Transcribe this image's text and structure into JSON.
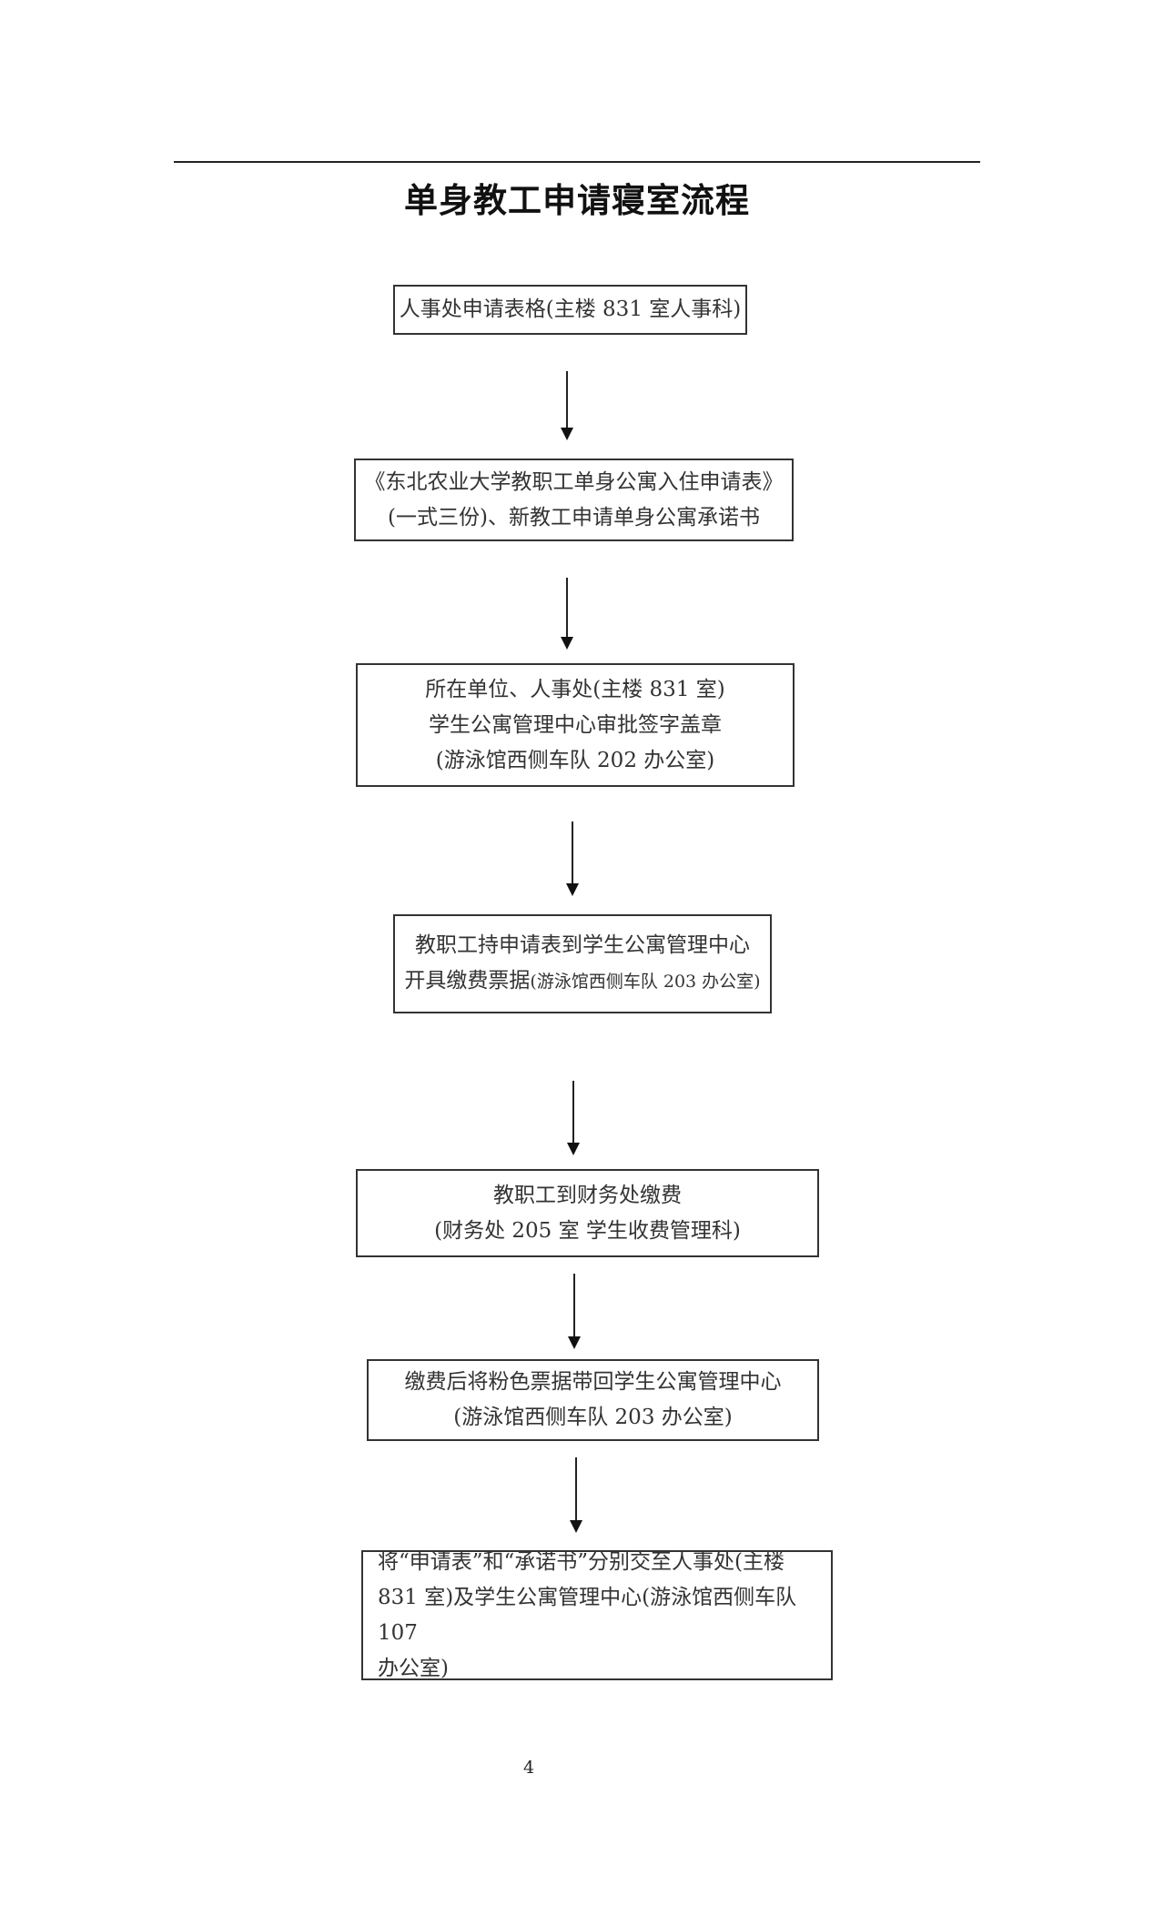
{
  "title": "单身教工申请寝室流程",
  "steps": [
    {
      "lines": [
        "人事处申请表格(主楼 831 室人事科)"
      ]
    },
    {
      "lines": [
        "《东北农业大学教职工单身公寓入住申请表》",
        "(一式三份)、新教工申请单身公寓承诺书"
      ]
    },
    {
      "lines": [
        "所在单位、人事处(主楼 831 室)",
        "学生公寓管理中心审批签字盖章",
        "(游泳馆西侧车队 202 办公室)"
      ]
    },
    {
      "lines": [
        "教职工持申请表到学生公寓管理中心",
        "开具缴费票据",
        "(游泳馆西侧车队 203 办公室)"
      ]
    },
    {
      "lines": [
        "教职工到财务处缴费",
        "(财务处 205 室  学生收费管理科)"
      ]
    },
    {
      "lines": [
        "缴费后将粉色票据带回学生公寓管理中心",
        "(游泳馆西侧车队 203 办公室)"
      ]
    },
    {
      "lines": [
        "将“申请表”和“承诺书”分别交至人事处(主楼",
        "831 室)及学生公寓管理中心(游泳馆西侧车队 107",
        "办公室)"
      ]
    }
  ],
  "page_number": "4"
}
